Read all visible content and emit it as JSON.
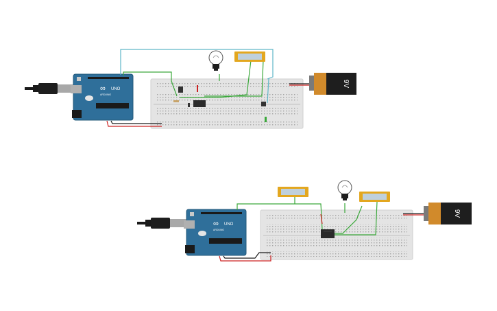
{
  "colors": {
    "background": "#ffffff",
    "breadboard": "#e4e4e4",
    "breadboard_hole": "#8a8a8a",
    "arduino_board": "#2f6f9a",
    "arduino_text": "#ffffff",
    "battery_body": "#1e1e1e",
    "battery_cap": "#d18a2b",
    "wire_green": "#3aa83a",
    "wire_cyan": "#5fb6c8",
    "wire_red": "#cc2222",
    "wire_black": "#1a1a1a",
    "lcd_frame": "#e3a71f",
    "lcd_screen": "#bfd0dc"
  },
  "circuits": [
    {
      "arduino": {
        "logo": "∞",
        "model": "UNO",
        "label": "ARDUINO"
      },
      "battery": {
        "label": "9V"
      },
      "bulb": {
        "icon": "light-bulb-icon"
      },
      "lcd": {
        "icon": "lcd-display-icon"
      },
      "cable": {
        "icon": "usb-plug-icon"
      }
    },
    {
      "arduino": {
        "logo": "∞",
        "model": "UNO",
        "label": "ARDUINO"
      },
      "battery": {
        "label": "9V"
      },
      "bulb": {
        "icon": "light-bulb-icon"
      },
      "lcd": {
        "icon": "lcd-display-icon"
      },
      "cable": {
        "icon": "usb-plug-icon"
      }
    }
  ]
}
